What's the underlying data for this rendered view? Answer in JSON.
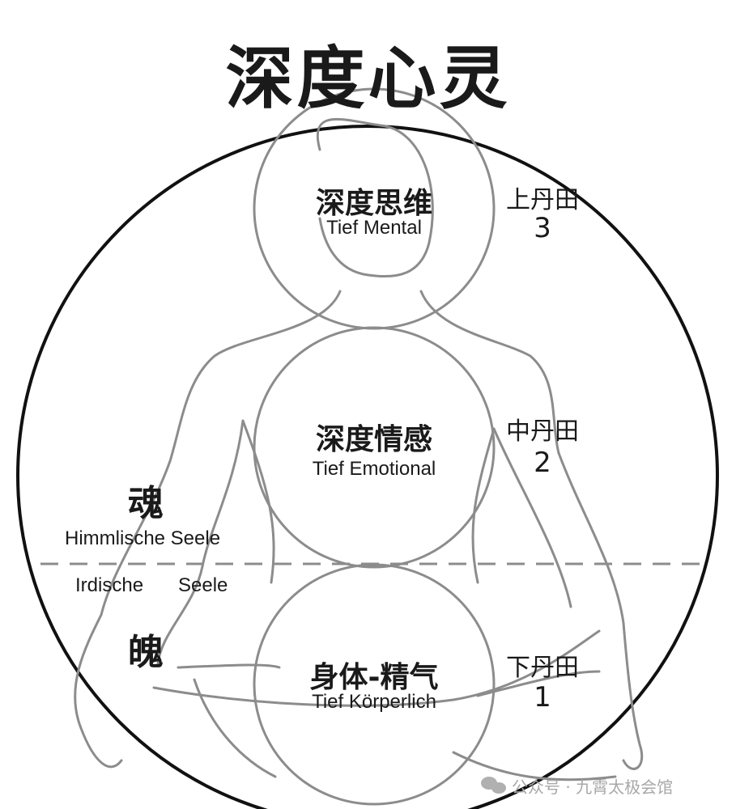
{
  "title": "深度心灵",
  "levels": [
    {
      "zh": "深度思维",
      "de": "Tief Mental",
      "dantian": "上丹田",
      "number": "3"
    },
    {
      "zh": "深度情感",
      "de": "Tief Emotional",
      "dantian": "中丹田",
      "number": "2"
    },
    {
      "zh": "身体-精气",
      "de": "Tief Körperlich",
      "dantian": "下丹田",
      "number": "1"
    }
  ],
  "hun": {
    "char": "魂",
    "label": "Himmlische Seele"
  },
  "po": {
    "char": "魄",
    "label_a": "Irdische",
    "label_b": "Seele"
  },
  "watermark": "公众号 · 九霄太极会馆",
  "colors": {
    "outline": "#111111",
    "sketch": "#8c8c8c",
    "dashed": "#8c8c8c"
  }
}
